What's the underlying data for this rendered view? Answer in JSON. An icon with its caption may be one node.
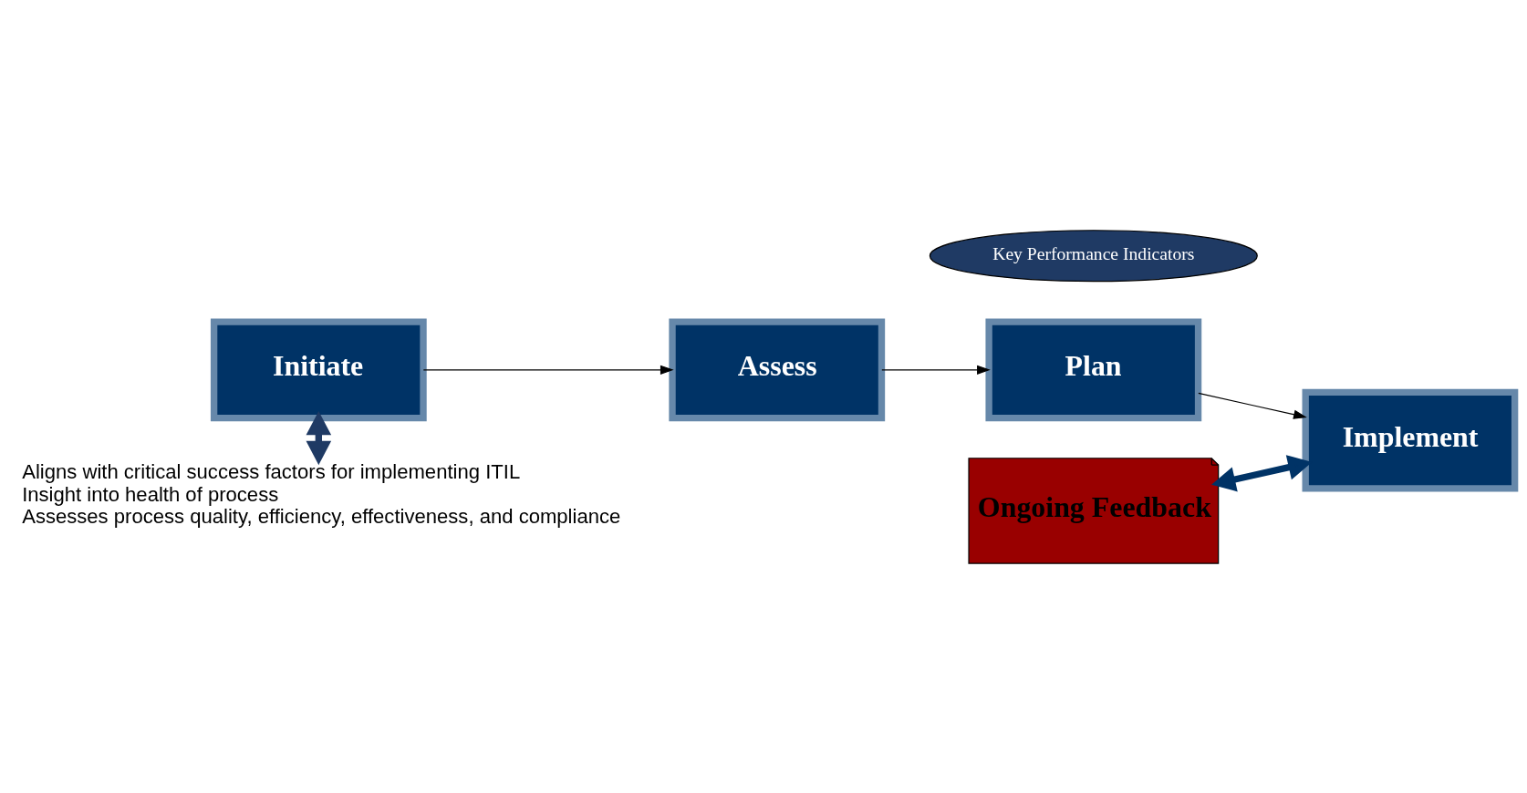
{
  "diagram": {
    "nodes": [
      {
        "text": [
          "Initiate"
        ]
      },
      {
        "text": [
          "Assess"
        ]
      },
      {
        "text": [
          "Plan"
        ]
      },
      {
        "text": [
          "Implement"
        ]
      },
      {
        "text": [
          "Aligns with critical success factors for implementing ITIL",
          "Insight into health of process",
          "Assesses process quality, efficiency, effectiveness, and compliance"
        ]
      },
      {
        "text": [
          "Key Performance Indicators"
        ]
      },
      {
        "text": [
          "Ongoing Feedback"
        ]
      }
    ],
    "edges": [
      {
        "from": 0,
        "to": 1,
        "arrow": "to"
      },
      {
        "from": 1,
        "to": 2,
        "arrow": "to"
      },
      {
        "from": 2,
        "to": 3,
        "arrow": "to"
      },
      {
        "from": 0,
        "to": 4,
        "arrow": "both",
        "style": "thick",
        "color": "#1f3a64"
      },
      {
        "from": 6,
        "to": 3,
        "arrow": "both",
        "style": "thick",
        "color": "#003366"
      }
    ]
  }
}
